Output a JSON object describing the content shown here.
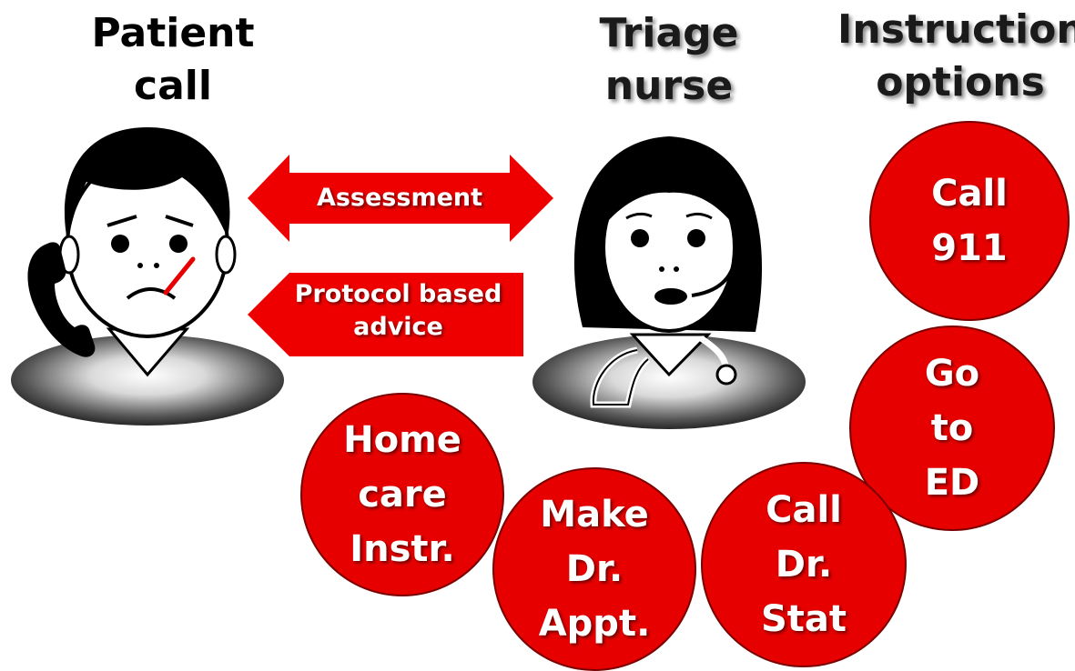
{
  "headings": {
    "patient": "Patient\ncall",
    "nurse": "Triage\nnurse",
    "instructions": "Instruction\noptions"
  },
  "arrows": {
    "assessment": "Assessment",
    "advice": "Protocol based\nadvice"
  },
  "options": {
    "call_911": "Call\n911",
    "go_to_ed": "Go\nto\nED",
    "home_care": "Home\ncare\nInstr.",
    "make_appt": "Make\nDr.\nAppt.",
    "call_dr_stat": "Call\nDr.\nStat"
  },
  "colors": {
    "option_fill": "#e60000",
    "arrow_fill": "#ee0000",
    "figure_ink": "#000000"
  }
}
